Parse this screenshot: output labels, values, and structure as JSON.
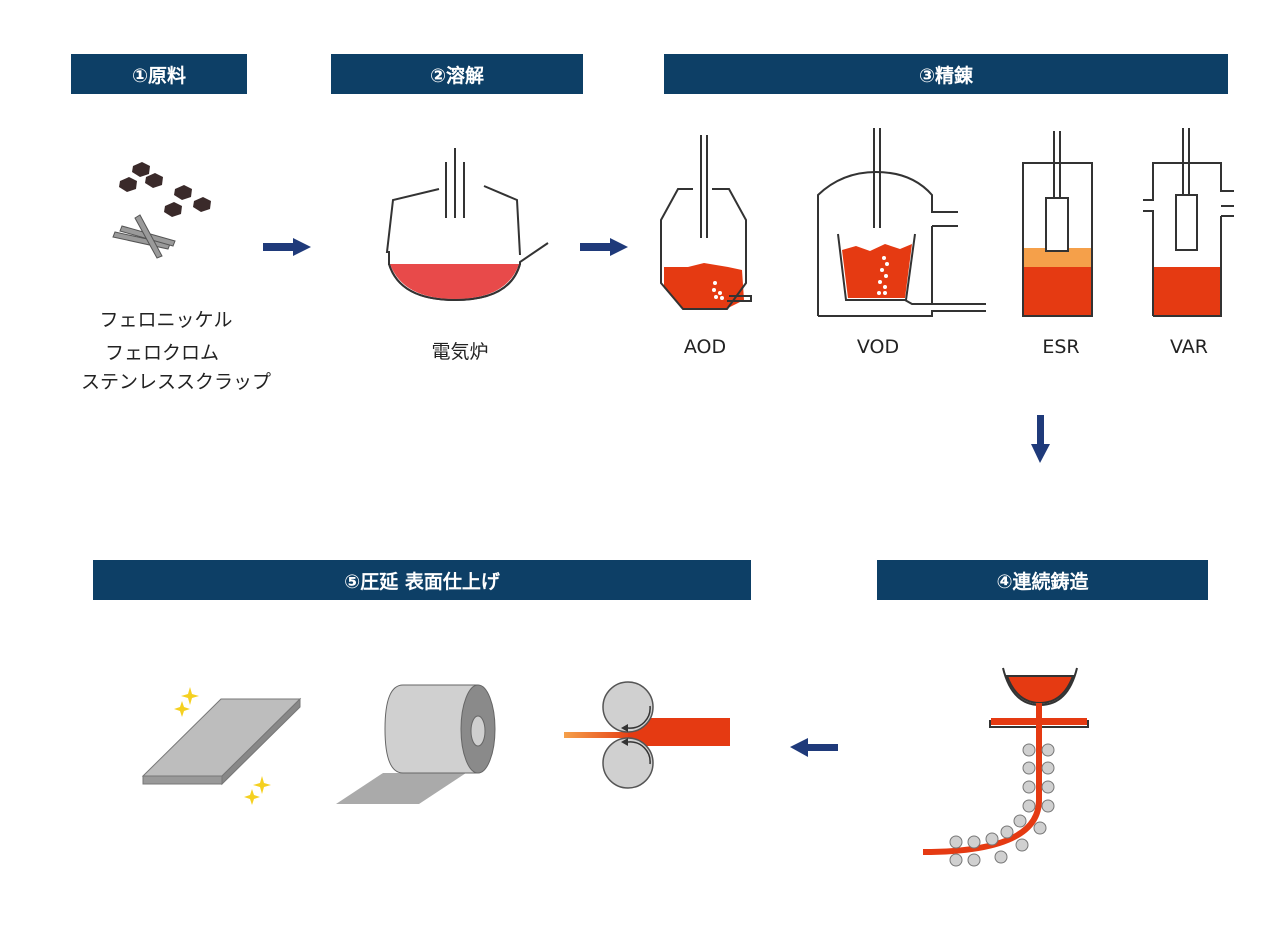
{
  "colors": {
    "header_bg": "#0d3f66",
    "arrow": "#1f3a7a",
    "melt": "#e53a12",
    "slag": "#f5a04a",
    "outline": "#333333",
    "raw_material": "#3a2a2a",
    "roll": "#d0d0d0",
    "sparkle": "#f5d020"
  },
  "steps": {
    "raw": {
      "title": "①原料",
      "items": [
        "フェロニッケル",
        "フェロクロム",
        "ステンレススクラップ"
      ]
    },
    "melt": {
      "title": "②溶解",
      "furnace": "電気炉"
    },
    "refine": {
      "title": "③精錬",
      "processes": [
        "AOD",
        "VOD",
        "ESR",
        "VAR"
      ]
    },
    "cast": {
      "title": "④連続鋳造"
    },
    "roll": {
      "title": "⑤圧延 表面仕上げ"
    }
  },
  "icons": [
    "arrow-right-icon",
    "arrow-down-icon",
    "arrow-left-icon",
    "sparkle-icon"
  ]
}
